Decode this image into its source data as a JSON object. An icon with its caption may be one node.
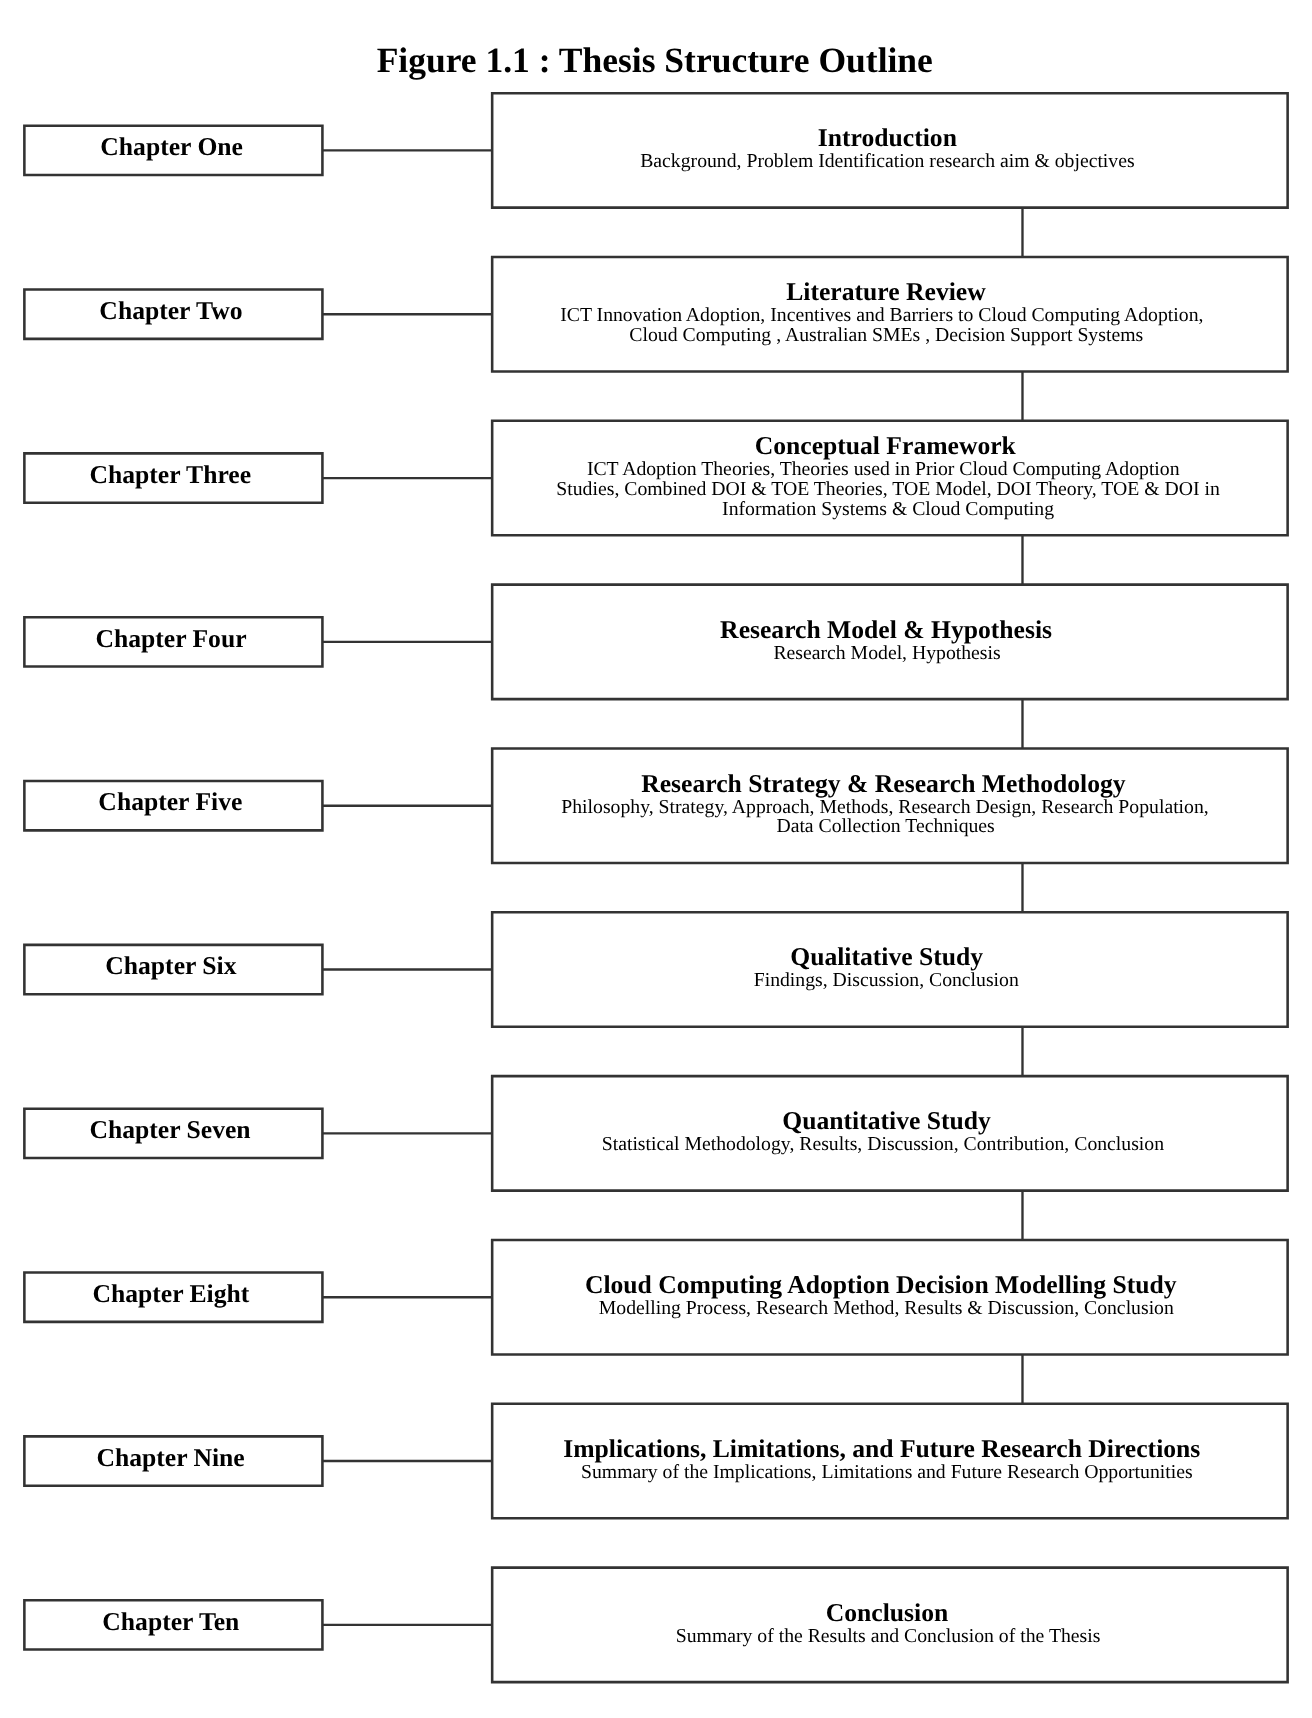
{
  "diagram": {
    "title": "Figure 1.1 : Thesis Structure Outline",
    "nodes": [
      {
        "text": [
          "Chapter One"
        ]
      },
      {
        "text": [
          "Introduction",
          "Background, Problem Identification research aim & objectives"
        ]
      },
      {
        "text": [
          "Chapter Two"
        ]
      },
      {
        "text": [
          "Literature Review",
          "ICT Innovation Adoption, Incentives and Barriers to Cloud Computing Adoption, Cloud Computing , Australian SMEs , Decision Support Systems"
        ]
      },
      {
        "text": [
          "Chapter Three"
        ]
      },
      {
        "text": [
          "Conceptual Framework",
          "ICT Adoption Theories, Theories used in Prior Cloud Computing Adoption Studies, Combined DOI & TOE Theories, TOE Model, DOI Theory, TOE & DOI in Information Systems & Cloud Computing"
        ]
      },
      {
        "text": [
          "Chapter Four"
        ]
      },
      {
        "text": [
          "Research Model & Hypothesis",
          "Research Model, Hypothesis"
        ]
      },
      {
        "text": [
          "Chapter Five"
        ]
      },
      {
        "text": [
          "Research Strategy & Research Methodology",
          "Philosophy, Strategy, Approach, Methods, Research Design, Research Population, Data Collection Techniques"
        ]
      },
      {
        "text": [
          "Chapter Six"
        ]
      },
      {
        "text": [
          "Qualitative Study",
          "Findings, Discussion, Conclusion"
        ]
      },
      {
        "text": [
          "Chapter Seven"
        ]
      },
      {
        "text": [
          "Quantitative Study",
          "Statistical Methodology, Results, Discussion, Contribution, Conclusion"
        ]
      },
      {
        "text": [
          "Chapter Eight"
        ]
      },
      {
        "text": [
          "Cloud Computing Adoption Decision Modelling Study",
          "Modelling Process, Research Method, Results & Discussion, Conclusion"
        ]
      },
      {
        "text": [
          "Chapter Nine"
        ]
      },
      {
        "text": [
          "Implications, Limitations, and Future Research Directions",
          "Summary of the Implications, Limitations and Future Research Opportunities"
        ]
      },
      {
        "text": [
          "Chapter Ten"
        ]
      },
      {
        "text": [
          "Conclusion",
          "Summary of the Results and Conclusion of the Thesis"
        ]
      }
    ],
    "edges": [
      {
        "from": 0,
        "to": 1,
        "arrow": "none"
      },
      {
        "from": 2,
        "to": 3,
        "arrow": "none"
      },
      {
        "from": 4,
        "to": 5,
        "arrow": "none"
      },
      {
        "from": 6,
        "to": 7,
        "arrow": "none"
      },
      {
        "from": 8,
        "to": 9,
        "arrow": "none"
      },
      {
        "from": 10,
        "to": 11,
        "arrow": "none"
      },
      {
        "from": 12,
        "to": 13,
        "arrow": "none"
      },
      {
        "from": 14,
        "to": 15,
        "arrow": "none"
      },
      {
        "from": 16,
        "to": 17,
        "arrow": "none"
      },
      {
        "from": 18,
        "to": 19,
        "arrow": "none"
      },
      {
        "from": 1,
        "to": 3,
        "arrow": "none"
      },
      {
        "from": 3,
        "to": 5,
        "arrow": "none"
      },
      {
        "from": 5,
        "to": 7,
        "arrow": "none"
      },
      {
        "from": 7,
        "to": 9,
        "arrow": "none"
      },
      {
        "from": 9,
        "to": 11,
        "arrow": "none"
      },
      {
        "from": 11,
        "to": 13,
        "arrow": "none"
      },
      {
        "from": 13,
        "to": 15,
        "arrow": "none"
      },
      {
        "from": 15,
        "to": 17,
        "arrow": "none"
      }
    ]
  }
}
